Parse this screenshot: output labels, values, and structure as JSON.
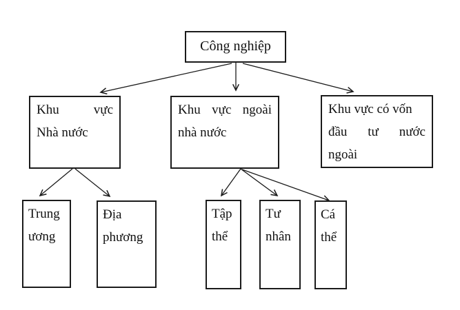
{
  "diagram": {
    "language": "vi",
    "root_label": "Công nghiệp"
  },
  "nodes": {
    "cong_nghiep": {
      "label": "Công nghiệp"
    },
    "khu_vuc_nha_nuoc": {
      "words1": [
        "Khu",
        "vực"
      ],
      "line2": "Nhà nước"
    },
    "khu_vuc_ngoai_nha_nuoc": {
      "words1": [
        "Khu",
        "vực",
        "ngoài"
      ],
      "line2": "nhà nước"
    },
    "khu_vuc_von_nuoc_ngoai": {
      "line1": "Khu vực có vốn",
      "words2": [
        "đầu",
        "tư",
        "nước"
      ],
      "line3": "ngoài"
    },
    "trung_uong": {
      "line1": "Trung",
      "line2": "ương"
    },
    "dia_phuong": {
      "line1": "Địa",
      "line2": "phương"
    },
    "tap_the": {
      "line1": "Tập",
      "line2": "thể"
    },
    "tu_nhan": {
      "line1": "Tư",
      "line2": "nhân"
    },
    "ca_the": {
      "line1": "Cá",
      "line2": "thể"
    }
  },
  "edges": [
    {
      "from": "Công nghiệp",
      "to": "Khu vực Nhà nước"
    },
    {
      "from": "Công nghiệp",
      "to": "Khu vực ngoài nhà nước"
    },
    {
      "from": "Công nghiệp",
      "to": "Khu vực có vốn đầu tư nước ngoài"
    },
    {
      "from": "Khu vực Nhà nước",
      "to": "Trung ương"
    },
    {
      "from": "Khu vực Nhà nước",
      "to": "Địa phương"
    },
    {
      "from": "Khu vực ngoài nhà nước",
      "to": "Tập thể"
    },
    {
      "from": "Khu vực ngoài nhà nước",
      "to": "Tư nhân"
    },
    {
      "from": "Khu vực ngoài nhà nước",
      "to": "Cá thể"
    }
  ],
  "colors": {
    "line": "#1a1a1a",
    "text": "#111111",
    "background": "#ffffff"
  }
}
